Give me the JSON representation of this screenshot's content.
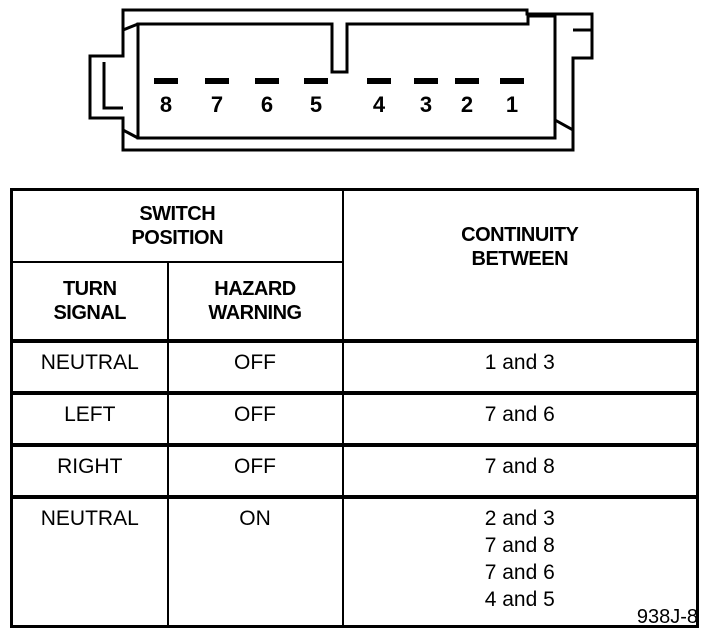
{
  "connector": {
    "pins": [
      "8",
      "7",
      "6",
      "5",
      "4",
      "3",
      "2",
      "1"
    ]
  },
  "table": {
    "headers": {
      "switch_position": [
        "SWITCH",
        "POSITION"
      ],
      "turn_signal": [
        "TURN",
        "SIGNAL"
      ],
      "hazard_warning": [
        "HAZARD",
        "WARNING"
      ],
      "continuity_between": [
        "CONTINUITY",
        "BETWEEN"
      ]
    },
    "rows": [
      {
        "turn": "NEUTRAL",
        "hazard": "OFF",
        "continuity": [
          "1 and 3"
        ]
      },
      {
        "turn": "LEFT",
        "hazard": "OFF",
        "continuity": [
          "7 and 6"
        ]
      },
      {
        "turn": "RIGHT",
        "hazard": "OFF",
        "continuity": [
          "7 and 8"
        ]
      },
      {
        "turn": "NEUTRAL",
        "hazard": "ON",
        "continuity": [
          "2 and 3",
          "7 and 8",
          "7 and 6",
          "4 and 5"
        ]
      }
    ]
  },
  "figure_id": "938J-8"
}
